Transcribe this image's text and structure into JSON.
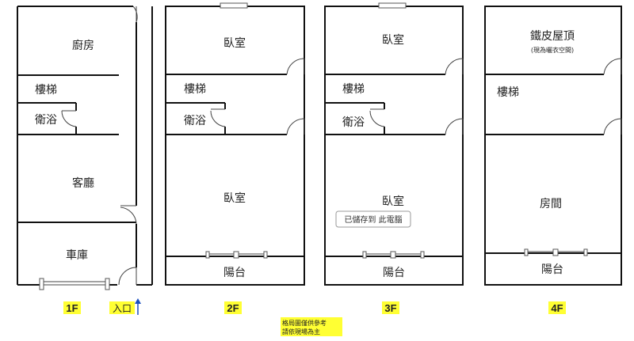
{
  "floors": {
    "f1": {
      "label": "1F",
      "kitchen": "廚房",
      "stairs": "樓梯",
      "bath": "衛浴",
      "living": "客廳",
      "garage": "車庫",
      "entrance": "入口"
    },
    "f2": {
      "label": "2F",
      "bedroom_top": "臥室",
      "stairs": "樓梯",
      "bath": "衛浴",
      "bedroom_main": "臥室",
      "balcony": "陽台"
    },
    "f3": {
      "label": "3F",
      "bedroom_top": "臥室",
      "stairs": "樓梯",
      "bath": "衛浴",
      "bedroom_main": "臥室",
      "balcony": "陽台",
      "tooltip": "已儲存到 此電腦"
    },
    "f4": {
      "label": "4F",
      "roof": "鐵皮屋頂",
      "roof_note": "(現為曬衣空間)",
      "stairs": "樓梯",
      "room": "房間",
      "balcony": "陽台"
    }
  },
  "note": {
    "line1": "格局圖僅供參考",
    "line2": "請依現場為主"
  },
  "colors": {
    "highlight": "#ffff33",
    "wall": "#111111",
    "arrow": "#1a4fbf"
  }
}
